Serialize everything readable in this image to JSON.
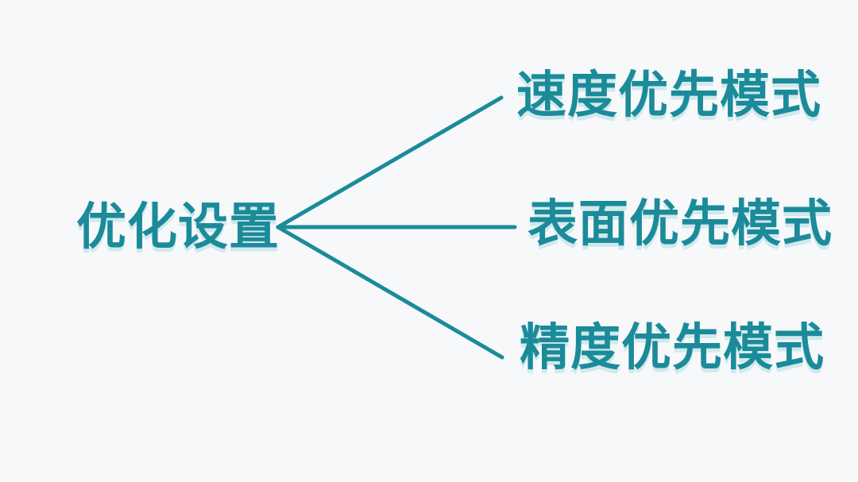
{
  "diagram": {
    "title": "optimization-settings-mindmap",
    "root": {
      "label": "优化设置"
    },
    "branches": [
      {
        "label": "速度优先模式"
      },
      {
        "label": "表面优先模式"
      },
      {
        "label": "精度优先模式"
      }
    ],
    "colors": {
      "accent": "#1b8b9a",
      "background": "#f6f8fa",
      "shadow": "#96d0d8"
    }
  }
}
